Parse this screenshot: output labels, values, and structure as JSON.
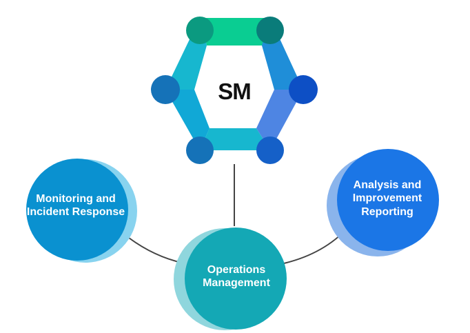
{
  "hub": {
    "label": "SM",
    "colors": {
      "top": "#0acd92",
      "top_right": "#1f8ed8",
      "bottom_right": "#3b78e0",
      "bottom": "#17b7cf",
      "left": "#11a8d6",
      "joint_top": "#0b9a80",
      "joint_right": "#0d4fc5",
      "joint_left": "#1572b8"
    }
  },
  "nodes": {
    "monitoring": {
      "label": "Monitoring and\nIncident Response",
      "color": "#0a91d0",
      "shadow": "#88d3ef"
    },
    "operations": {
      "label": "Operations\nManagement",
      "color": "#14a8b5",
      "shadow": "#8fd6dd"
    },
    "analysis": {
      "label": "Analysis and\nImprovement\nReporting",
      "color": "#1b76e6",
      "shadow": "#8ab4ec"
    }
  },
  "connector_color": "#444444"
}
